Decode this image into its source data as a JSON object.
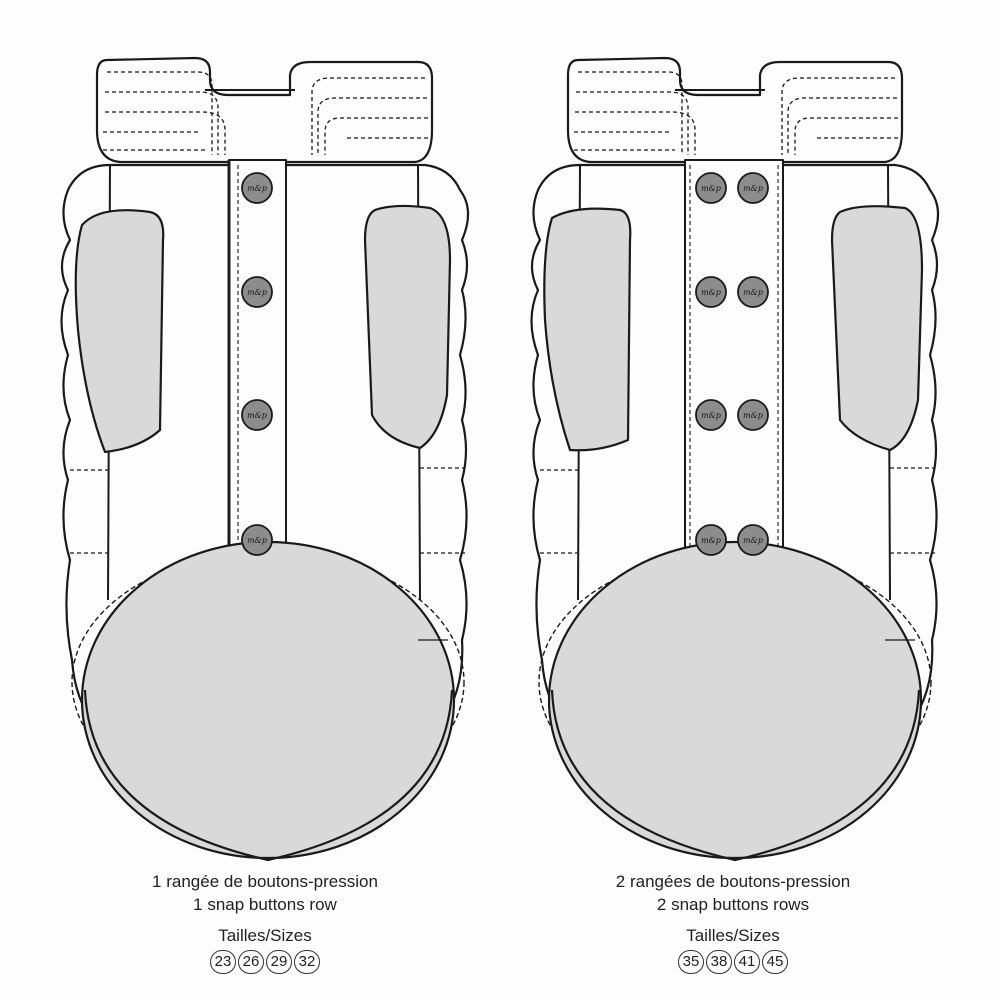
{
  "variants": [
    {
      "id": "single-row",
      "button_rows": 1,
      "title_fr": "1 rangée de boutons-pression",
      "title_en": "1 snap buttons row",
      "sizes_label": "Tailles/Sizes",
      "sizes": [
        "23",
        "26",
        "29",
        "32"
      ]
    },
    {
      "id": "double-row",
      "button_rows": 2,
      "title_fr": "2 rangées de boutons-pression",
      "title_en": "2 snap buttons rows",
      "sizes_label": "Tailles/Sizes",
      "sizes": [
        "35",
        "38",
        "41",
        "45"
      ]
    }
  ],
  "snap_button_logo": "m&p",
  "colors": {
    "outline": "#1a1a1a",
    "panel_fill": "#d9d9d9",
    "snap_fill": "#8c8c8c",
    "background": "#fdfdfd"
  }
}
